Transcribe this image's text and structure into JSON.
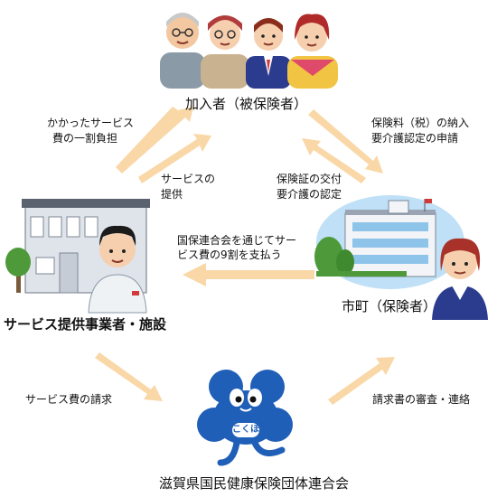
{
  "nodes": {
    "members": "加入者（被保険者）",
    "provider": "サービス提供事業者・施設",
    "municipality": "市町（保険者）",
    "federation": "滋賀県国民健康保険団体連合会"
  },
  "flows": {
    "copay_l1": "かかったサービス",
    "copay_l2": "費の一割負担",
    "service_l1": "サービスの",
    "service_l2": "提供",
    "premium_l1": "保険料（税）の納入",
    "premium_l2": "要介護認定の申請",
    "cert_l1": "保険証の交付",
    "cert_l2": "要介護の認定",
    "payment_l1": "国保連合会を通じてサー",
    "payment_l2": "ビス費の9割を支払う",
    "claim": "サービス費の請求",
    "review": "請求書の審査・連絡"
  },
  "mascot": {
    "text": "こくほ"
  },
  "colors": {
    "arrow": "#f9d7a6",
    "mascot": "#1f5fb8",
    "building": "#dfe3ea",
    "tree": "#4e9a3a",
    "sky": "#bfe0f6"
  }
}
